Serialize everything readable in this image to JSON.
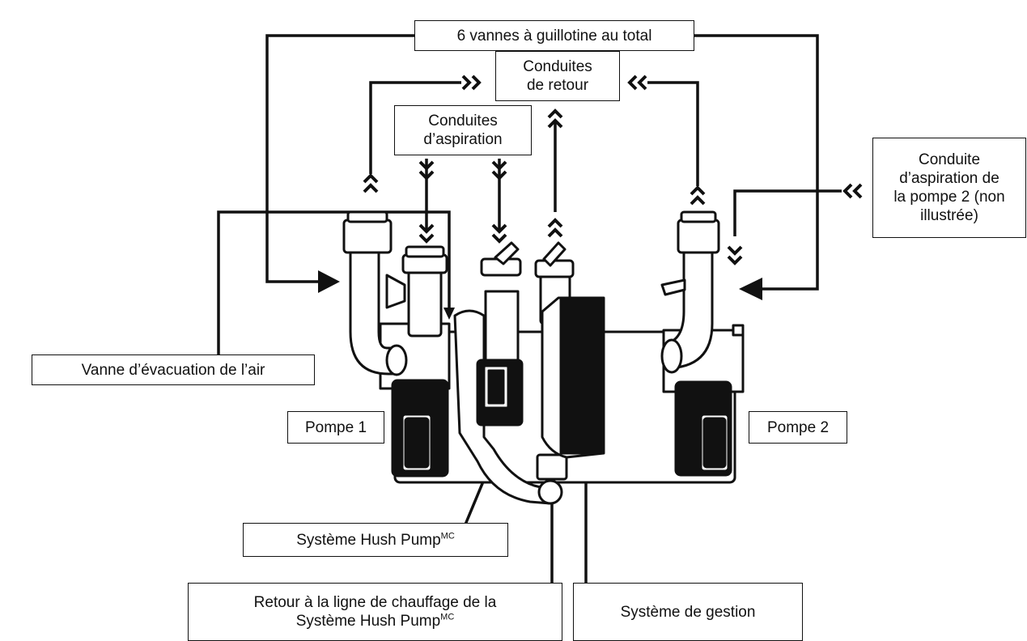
{
  "labels": {
    "guillotine": "6 vannes à guillotine au total",
    "return_lines": [
      "Conduites",
      "de retour"
    ],
    "suction_lines": [
      "Conduites",
      "d’aspiration"
    ],
    "pump2_suction": [
      "Conduite",
      "d’aspiration de",
      "la pompe 2 (non",
      "illustrée)"
    ],
    "air_valve": "Vanne d’évacuation de l’air",
    "pump1": "Pompe 1",
    "pump2": "Pompe 2",
    "hush_main": "Système Hush Pump",
    "hush_sup": "MC",
    "heat_return_line1": "Retour à la ligne de chauffage de la",
    "heat_return_line2": "Système Hush Pump",
    "heat_return_sup": "MC",
    "management": "Système de gestion"
  },
  "colors": {
    "ink": "#111111",
    "paper": "#ffffff"
  }
}
